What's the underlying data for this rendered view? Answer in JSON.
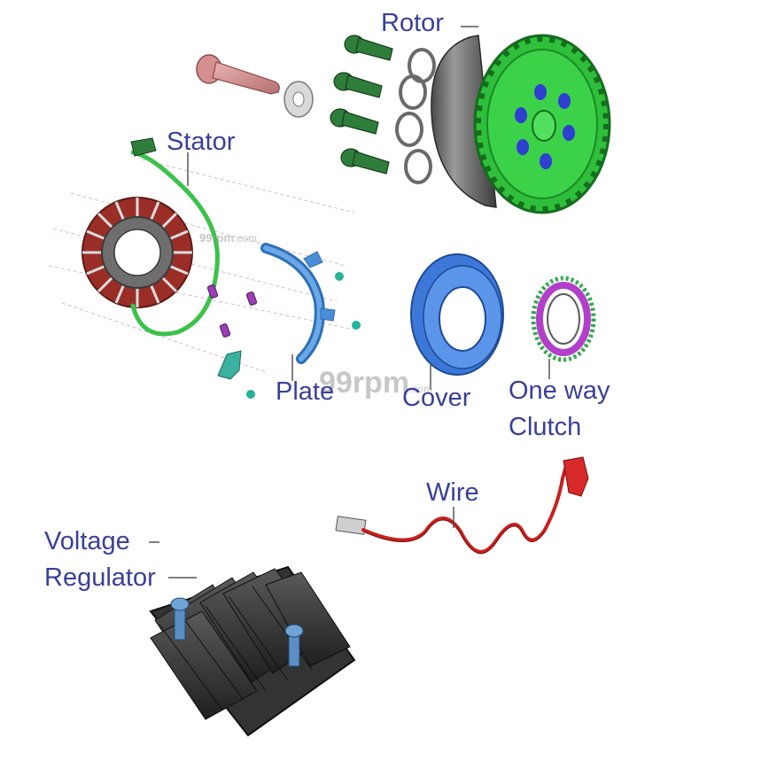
{
  "labels": {
    "rotor": "Rotor",
    "stator": "Stator",
    "plate": "Plate",
    "cover": "Cover",
    "one_way_clutch_line1": "One way",
    "one_way_clutch_line2": "Clutch",
    "wire": "Wire",
    "voltage_regulator_line1": "Voltage",
    "voltage_regulator_line2": "Regulator"
  },
  "watermark": {
    "main": "99rpm",
    "suffix": ".com"
  },
  "colors": {
    "label_text": "#3a3f98",
    "rotor_green": "#2fbf3a",
    "stator_red": "#a5302a",
    "plate_blue": "#4a8fd6",
    "cover_blue": "#3d78d8",
    "clutch_purple": "#b23fc9",
    "wire_red": "#c8201f",
    "regulator_black": "#2b2b2b"
  }
}
